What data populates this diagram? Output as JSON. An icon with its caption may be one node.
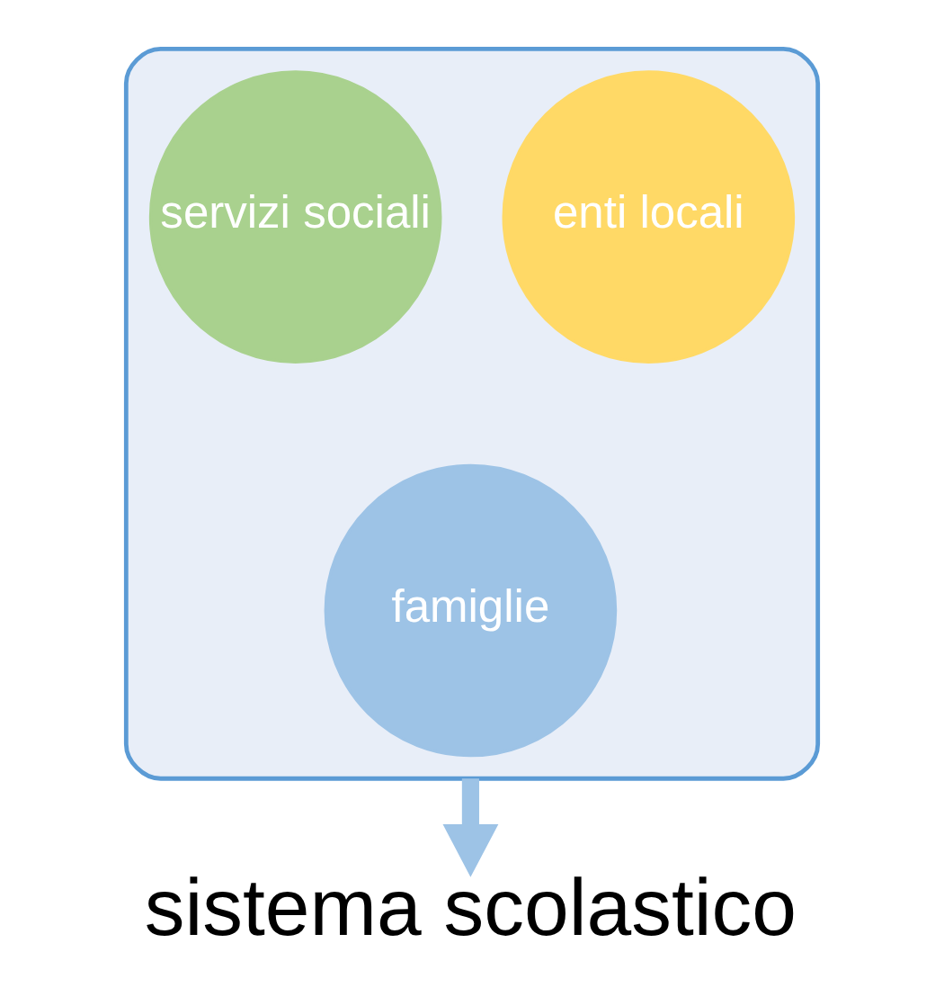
{
  "diagram": {
    "nodes": [
      {
        "text": [],
        "shape": "funnel"
      },
      {
        "text": [
          "servizi sociali"
        ],
        "in": 0
      },
      {
        "text": [
          "enti locali"
        ],
        "in": 0
      },
      {
        "text": [
          "famiglie"
        ],
        "in": 0
      },
      {
        "text": [
          "sistema scolastico"
        ]
      }
    ],
    "edges": [
      {
        "from": 0,
        "to": 4,
        "arrow": "to",
        "color": "#9dc3e6"
      }
    ]
  }
}
